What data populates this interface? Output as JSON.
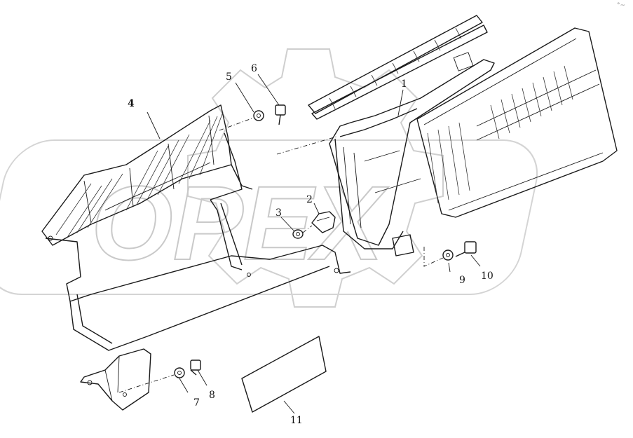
{
  "diagram": {
    "watermark": "OPEX",
    "corner_mark": "°~",
    "callouts": [
      {
        "id": "1",
        "text": "1"
      },
      {
        "id": "2",
        "text": "2"
      },
      {
        "id": "3",
        "text": "3"
      },
      {
        "id": "4",
        "text": "4"
      },
      {
        "id": "5",
        "text": "5"
      },
      {
        "id": "6",
        "text": "6"
      },
      {
        "id": "7",
        "text": "7"
      },
      {
        "id": "8",
        "text": "8"
      },
      {
        "id": "9",
        "text": "9"
      },
      {
        "id": "10",
        "text": "10"
      },
      {
        "id": "11",
        "text": "11"
      }
    ]
  }
}
